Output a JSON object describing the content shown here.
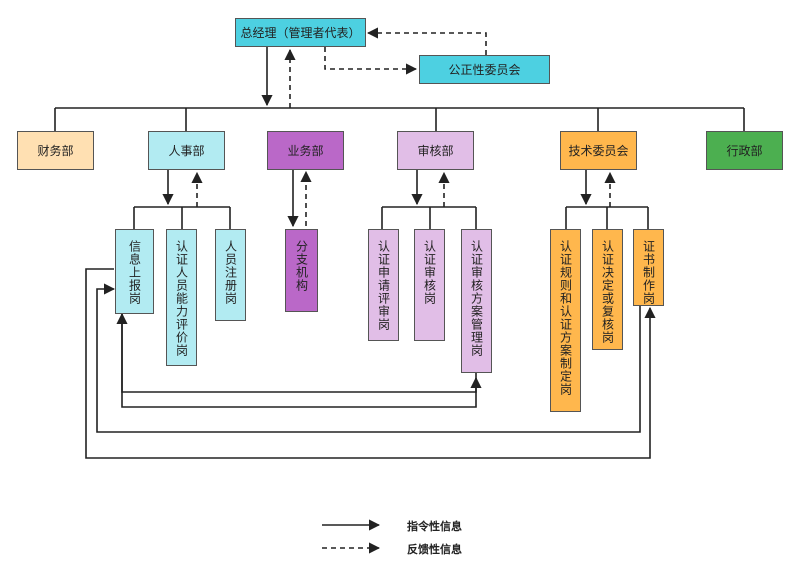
{
  "colors": {
    "cyan": "#4dd0e1",
    "light_cyan": "#b2ebf2",
    "peach": "#ffe0b2",
    "purple": "#ba68c8",
    "light_purple": "#e1bee7",
    "orange": "#ffb74d",
    "green": "#4caf50",
    "line": "#222222"
  },
  "nodes": {
    "gm": "总经理（管理者代表）",
    "committee": "公正性委员会",
    "finance": "财务部",
    "hr": "人事部",
    "business": "业务部",
    "audit": "审核部",
    "tech": "技术委员会",
    "admin": "行政部",
    "info_report": "信息上报岗",
    "competence_eval": "认证人员能力评价岗",
    "registration": "人员注册岗",
    "branch": "分支机构",
    "app_review": "认证申请评审岗",
    "cert_audit": "认证审核岗",
    "audit_plan": "认证审核方案管理岗",
    "rule_making": "认证规则和认证方案制定岗",
    "decision_review": "认证决定或复核岗",
    "cert_issue": "证书制作岗"
  },
  "legend": {
    "solid": "指令性信息",
    "dashed": "反馈性信息"
  }
}
